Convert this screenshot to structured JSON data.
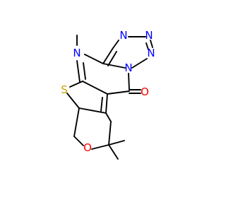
{
  "colors": {
    "carbon_bond": "#000000",
    "nitrogen": "#0000ff",
    "oxygen": "#ff0000",
    "sulfur": "#c8a000",
    "background": "#ffffff"
  },
  "atoms": [
    {
      "id": "n-methyl",
      "element": "N",
      "label": "N"
    },
    {
      "id": "n-tetrazole-1",
      "element": "N",
      "label": "N"
    },
    {
      "id": "n-tetrazole-2",
      "element": "N",
      "label": "N"
    },
    {
      "id": "n-tetrazole-3",
      "element": "N",
      "label": "N"
    },
    {
      "id": "n-bridge",
      "element": "N",
      "label": "N"
    },
    {
      "id": "o-carbonyl",
      "element": "O",
      "label": "O"
    },
    {
      "id": "s-thiophene",
      "element": "S",
      "label": "S"
    },
    {
      "id": "o-pyran",
      "element": "O",
      "label": "O"
    }
  ]
}
